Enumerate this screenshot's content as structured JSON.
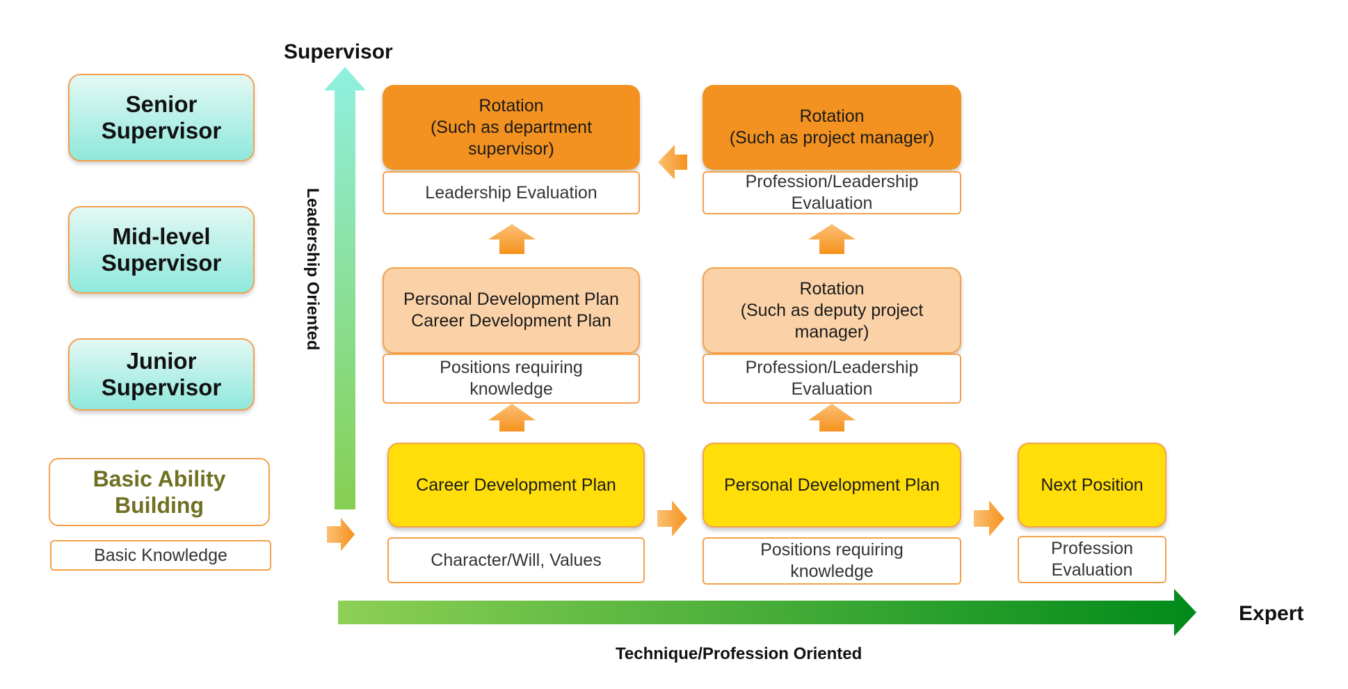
{
  "levels": {
    "senior": "Senior\nSupervisor",
    "mid": "Mid-level\nSupervisor",
    "junior": "Junior\nSupervisor"
  },
  "basic": {
    "title": "Basic Ability\nBuilding",
    "sub": "Basic Knowledge"
  },
  "axes": {
    "top": "Supervisor",
    "left_vertical": "Leadership Oriented",
    "right": "Expert",
    "bottom": "Technique/Profession Oriented"
  },
  "col1": {
    "top_card": "Rotation\n(Such as department\nsupervisor)",
    "top_sub": "Leadership Evaluation",
    "mid_card": "Personal Development Plan\nCareer Development Plan",
    "mid_sub": "Positions requiring\nknowledge",
    "bottom_card": "Career Development Plan",
    "bottom_sub": "Character/Will, Values"
  },
  "col2": {
    "top_card": "Rotation\n(Such as project manager)",
    "top_sub": "Profession/Leadership\nEvaluation",
    "mid_card": "Rotation\n(Such as deputy project\nmanager)",
    "mid_sub": "Profession/Leadership\nEvaluation",
    "bottom_card": "Personal Development Plan",
    "bottom_sub": "Positions requiring\nknowledge"
  },
  "col3": {
    "bottom_card": "Next Position",
    "bottom_sub": "Profession\nEvaluation"
  },
  "colors": {
    "orange": "#f39220",
    "peach": "#fbd2a8",
    "yellow": "#ffde0a",
    "teal": "#8fe8dc",
    "green": "#0a8a1a",
    "arrow": "#f7a33a"
  }
}
